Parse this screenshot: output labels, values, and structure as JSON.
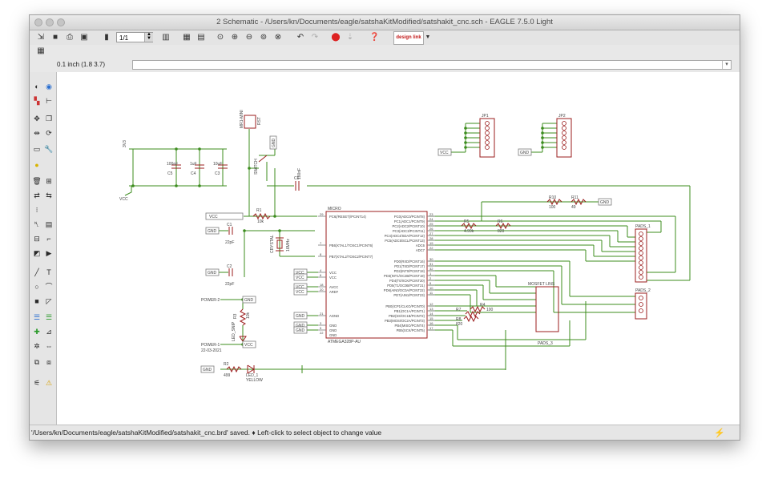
{
  "window": {
    "title": "2 Schematic - /Users/kn/Documents/eagle/satshaKitModified/satshakit_cnc.sch - EAGLE 7.5.0 Light"
  },
  "toolbar": {
    "zoom_value": "1/1",
    "design_link_label": "design link"
  },
  "command": {
    "coordinates": "0.1 inch (1.8 3.7)",
    "input_value": ""
  },
  "status": {
    "message": "'/Users/kn/Documents/eagle/satshaKitModified/satshakit_cnc.brd' saved.  ♦ Left-click to select object to change value"
  },
  "colors": {
    "net": "#3c8c1e",
    "part": "#9b1c1c",
    "text": "#444444",
    "pin": "#7c7c7c"
  },
  "schematic": {
    "parts": {
      "c_3": "C3",
      "c_4": "C4",
      "c_5": "C5",
      "cap_10uf": "10uF",
      "cap_1uf": "1uF",
      "cap_100nf": "100nF",
      "v3v3": "3V3",
      "vcc": "VCC",
      "gnd": "GND",
      "reset_lbl": "RST",
      "mini_jp": "MR1-MINI",
      "switch": "SWITCH",
      "c6": "C6",
      "c6_val": "100nF",
      "r1": "R1",
      "r1_val": "10k",
      "micro": "MICRO",
      "atmega": "ATMEGA328P-AU",
      "c1": "C1",
      "c1_val": "22pF",
      "c2": "C2",
      "c2_val": "22pF",
      "crystal": "CRYSTAL",
      "crystal_val": "16MHz",
      "jp1": "JP1",
      "jp2": "JP2",
      "r10": "R10",
      "r10_val": "100",
      "r11": "R11",
      "r11_val": "49",
      "r5": "R5",
      "r5_val": "4.99k",
      "r6": "R6",
      "r6_val": "820",
      "pads1": "PADS_1",
      "pads2": "PADS_2",
      "pads3": "PADS_3",
      "mosfet": "MOSFET LINS",
      "r4": "R4",
      "r7": "R7",
      "r8": "R8",
      "power2": "POWER-2",
      "power1": "POWER-1",
      "r3": "R3",
      "r3_val": "10k",
      "led": "LED_SNIP",
      "r2": "R2",
      "r2_val": "499",
      "led1": "LED_1",
      "led1_val": "YELLOW",
      "date": "22-03-2021",
      "r9_val": "100",
      "r4_val": "100",
      "r8_val": "820"
    },
    "pins_left": [
      "PC6(/RESET)/PCINT14)",
      "PB6(XTAL1/TOSC1/PCINT6)",
      "PB7(XTAL2/TOSC2/PCINT7)",
      "VCC",
      "VCC",
      "AVCC",
      "AREF",
      "AGND",
      "GND",
      "GND",
      "GND"
    ],
    "pins_right": [
      "PC0(ADC0/PCINT8)",
      "PC1(ADC1/PCINT9)",
      "PC2(ADC2/PCINT10)",
      "PC3(ADC3/PCINT11)",
      "PC4(ADC4/SDA/PCINT12)",
      "PC5(ADC5/SCL/PCINT13)",
      "ADC6",
      "ADC7",
      "PD0(RXD/PCINT16)",
      "PD1(TXD/PCINT17)",
      "PD2(INT0/PCINT18)",
      "PD3(INT1/OC2B/PCINT19)",
      "PD4(T0/XCK/PCINT20)",
      "PD5(T1/OC0B/PCINT21)",
      "PD6(AIN0/OC0A/PCINT22)",
      "PD7(AIN1/PCINT23)",
      "PB0(ICP1/CLKO/PCINT0)",
      "PB1(OC1A/PCINT1)",
      "PB2(SS/OC1B/PCINT2)",
      "PB3(MOSI/OC2A/PCINT3)",
      "PB4(MISO/PCINT4)",
      "PB5(SCK/PCINT5)"
    ],
    "pin_numbers_left": [
      "29",
      "7",
      "8",
      "4",
      "6",
      "18",
      "20",
      "21",
      "3",
      "5",
      "22"
    ],
    "pin_numbers_right": [
      "23",
      "24",
      "25",
      "26",
      "27",
      "28",
      "19",
      "22",
      "30",
      "31",
      "32",
      "1",
      "2",
      "9",
      "10",
      "11",
      "12",
      "13",
      "14",
      "15",
      "16",
      "17"
    ]
  }
}
